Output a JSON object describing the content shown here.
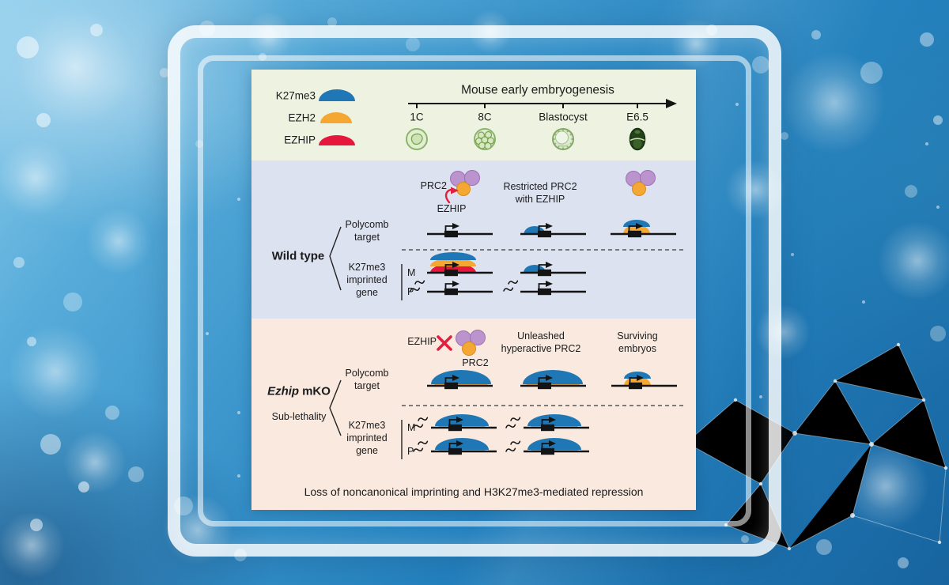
{
  "figure": {
    "legend": {
      "items": [
        {
          "label": "K27me3",
          "color": "#1f78b5"
        },
        {
          "label": "EZH2",
          "color": "#f5a733"
        },
        {
          "label": "EZHIP",
          "color": "#e6173c"
        }
      ]
    },
    "timeline": {
      "title": "Mouse early embryogenesis",
      "stages": [
        "1C",
        "8C",
        "Blastocyst",
        "E6.5"
      ]
    },
    "wild_type": {
      "label": "Wild type",
      "polycomb_line1": "Polycomb",
      "polycomb_line2": "target",
      "imprinted_line1": "K27me3",
      "imprinted_line2": "imprinted",
      "imprinted_line3": "gene",
      "maternal": "M",
      "paternal": "P",
      "prc2": "PRC2",
      "ezhip": "EZHIP",
      "note_line1": "Restricted PRC2",
      "note_line2": "with EZHIP"
    },
    "ezhip_mko": {
      "label_gene": "Ezhip",
      "label_rest": "mKO",
      "sublabel": "Sub-lethality",
      "ezhip": "EZHIP",
      "prc2": "PRC2",
      "note_line1": "Unleashed",
      "note_line2": "hyperactive PRC2",
      "surviving_line1": "Surviving",
      "surviving_line2": "embryos",
      "polycomb_line1": "Polycomb",
      "polycomb_line2": "target",
      "imprinted_line1": "K27me3",
      "imprinted_line2": "imprinted",
      "imprinted_line3": "gene",
      "maternal": "M",
      "paternal": "P",
      "caption": "Loss of noncanonical imprinting and H3K27me3-mediated repression"
    },
    "colors": {
      "k27me3_blue": "#1f78b5",
      "ezh2_orange": "#f5a733",
      "ezhip_red": "#e6173c",
      "prc2_purple": "#bb93cd"
    }
  }
}
